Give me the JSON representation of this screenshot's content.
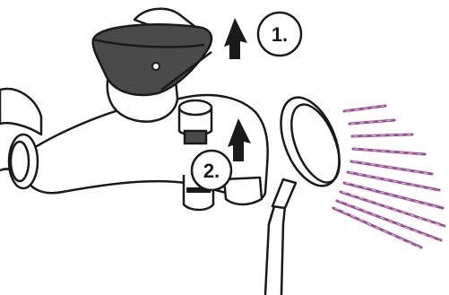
{
  "steps": [
    {
      "label": "1."
    },
    {
      "label": "2."
    }
  ],
  "colors": {
    "outline": "#1a1a1a",
    "lever_fill": "#4a4a4a",
    "arrow_fill": "#1a1a1a",
    "spray": "#9b4d96",
    "spray_dash": "#d8b4d8",
    "background": "#ffffff"
  },
  "icons": [
    "mixer-lever",
    "diverter-knob",
    "up-arrow",
    "hand-shower",
    "water-spray"
  ]
}
